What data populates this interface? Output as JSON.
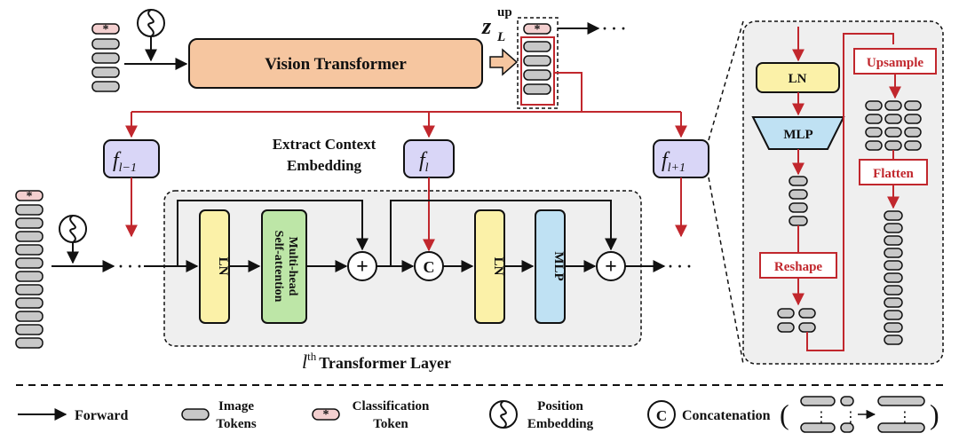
{
  "vit": {
    "label": "Vision Transformer"
  },
  "z_up": {
    "main": "z",
    "sub": "L",
    "sup": "up"
  },
  "dots": "· · ·",
  "f_prev": {
    "main": "f",
    "sub": "l−1"
  },
  "f_cur": {
    "main": "f",
    "sub": "l"
  },
  "f_next": {
    "main": "f",
    "sub": "l+1"
  },
  "extract": {
    "line1": "Extract Context",
    "line2": "Embedding"
  },
  "layer": {
    "ln1": "LN",
    "mhsa_line1": "Multi-head",
    "mhsa_line2": "Self-attention",
    "concat": "C",
    "ln2": "LN",
    "mlp": "MLP",
    "plus": "+",
    "title_l": "l",
    "title_sup": "th",
    "title_rest": "Transformer Layer"
  },
  "detail": {
    "ln": "LN",
    "mlp": "MLP",
    "reshape": "Reshape",
    "upsample": "Upsample",
    "flatten": "Flatten"
  },
  "cls_star": "*",
  "legend": {
    "forward": "Forward",
    "image_tokens_line1": "Image",
    "image_tokens_line2": "Tokens",
    "cls_line1": "Classification",
    "cls_line2": "Token",
    "pos_line1": "Position",
    "pos_line2": "Embedding",
    "concat_symbol": "C",
    "concat_label": "Concatenation",
    "paren_open": "(",
    "paren_close": ")",
    "vdots": "⋮"
  },
  "colors": {
    "red": "#c1272d",
    "vit_fill": "#f6c6a0",
    "f_fill": "#d9d6f7",
    "ln_fill": "#fbf1a8",
    "mhsa_fill": "#bde6a7",
    "mlp_fill": "#bfe1f3",
    "panel_fill": "#efefef",
    "token_fill": "#c8c8c8",
    "cls_fill": "#f3cfcf"
  }
}
